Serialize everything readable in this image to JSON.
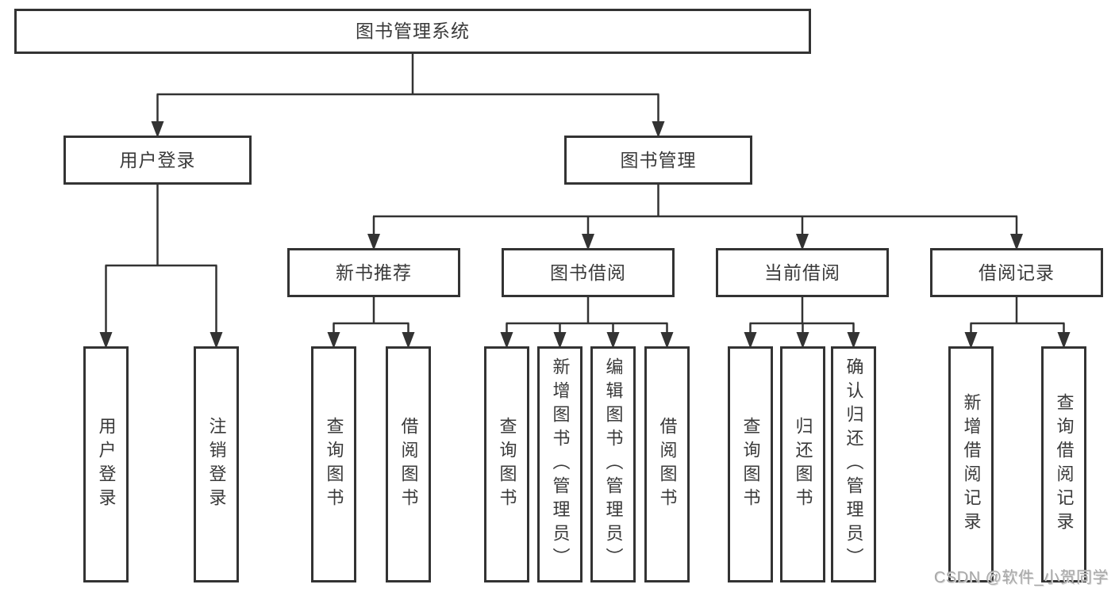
{
  "colors": {
    "background": "#ffffff",
    "line": "#333333",
    "box_border": "#333333",
    "text": "#3a3a3a",
    "watermark": "#a8a8a8"
  },
  "watermark": {
    "text": "CSDN @软件_小贺同学"
  },
  "tree": {
    "root": {
      "label": "图书管理系统"
    },
    "level2": [
      {
        "label": "用户登录",
        "children": [
          {
            "label": "用户登录"
          },
          {
            "label": "注销登录"
          }
        ]
      },
      {
        "label": "图书管理",
        "children": [
          {
            "label": "新书推荐",
            "children": [
              {
                "label": "查询图书"
              },
              {
                "label": "借阅图书"
              }
            ]
          },
          {
            "label": "图书借阅",
            "children": [
              {
                "label": "查询图书"
              },
              {
                "label": "新增图书（管理员）"
              },
              {
                "label": "编辑图书（管理员）"
              },
              {
                "label": "借阅图书"
              }
            ]
          },
          {
            "label": "当前借阅",
            "children": [
              {
                "label": "查询图书"
              },
              {
                "label": "归还图书"
              },
              {
                "label": "确认归还（管理员）"
              }
            ]
          },
          {
            "label": "借阅记录",
            "children": [
              {
                "label": "新增借阅记录"
              },
              {
                "label": "查询借阅记录"
              }
            ]
          }
        ]
      }
    ]
  }
}
